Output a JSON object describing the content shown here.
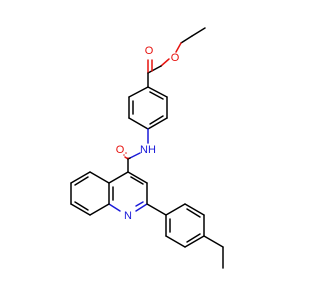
{
  "molecule": {
    "atom_labels": {
      "ester_carbonyl_o": "O",
      "ester_ether_o": "O",
      "amide_carbonyl_o": "O",
      "amide_nh": "NH",
      "quinoline_n": "N"
    },
    "colors": {
      "bond": "#000000",
      "oxygen": "#e6130f",
      "nitrogen": "#1a1ad9",
      "background": "#ffffff"
    }
  }
}
